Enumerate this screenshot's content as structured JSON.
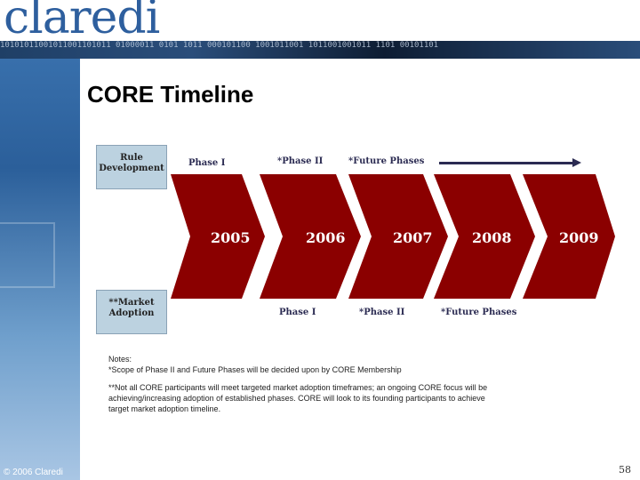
{
  "header": {
    "logo": "claredi",
    "bits": "10101011001011001101011 01000011 0101 1011 000101100 1001011001 1011001001011 1101 00101101"
  },
  "title": "CORE Timeline",
  "diagram": {
    "top_box": "Rule Development",
    "bottom_box": "**Market Adoption",
    "top_phases": [
      "Phase I",
      "*Phase II",
      "*Future Phases"
    ],
    "bottom_phases": [
      "Phase I",
      "*Phase II",
      "*Future Phases"
    ],
    "years": [
      "2005",
      "2006",
      "2007",
      "2008",
      "2009"
    ],
    "colors": {
      "chevron": "#8b0000",
      "box": "#bcd2e0"
    }
  },
  "notes": {
    "heading": "Notes:",
    "note1": "*Scope of Phase II and Future Phases will be decided upon by CORE Membership",
    "note2_line1": "**Not all CORE participants will meet targeted market adoption timeframes; an ongoing CORE focus will be",
    "note2_line2": "achieving/increasing adoption of established phases. CORE will look to its founding participants to achieve",
    "note2_line3": "target market adoption timeline."
  },
  "footer": {
    "copyright": "© 2006 Claredi",
    "page_number": "58"
  }
}
